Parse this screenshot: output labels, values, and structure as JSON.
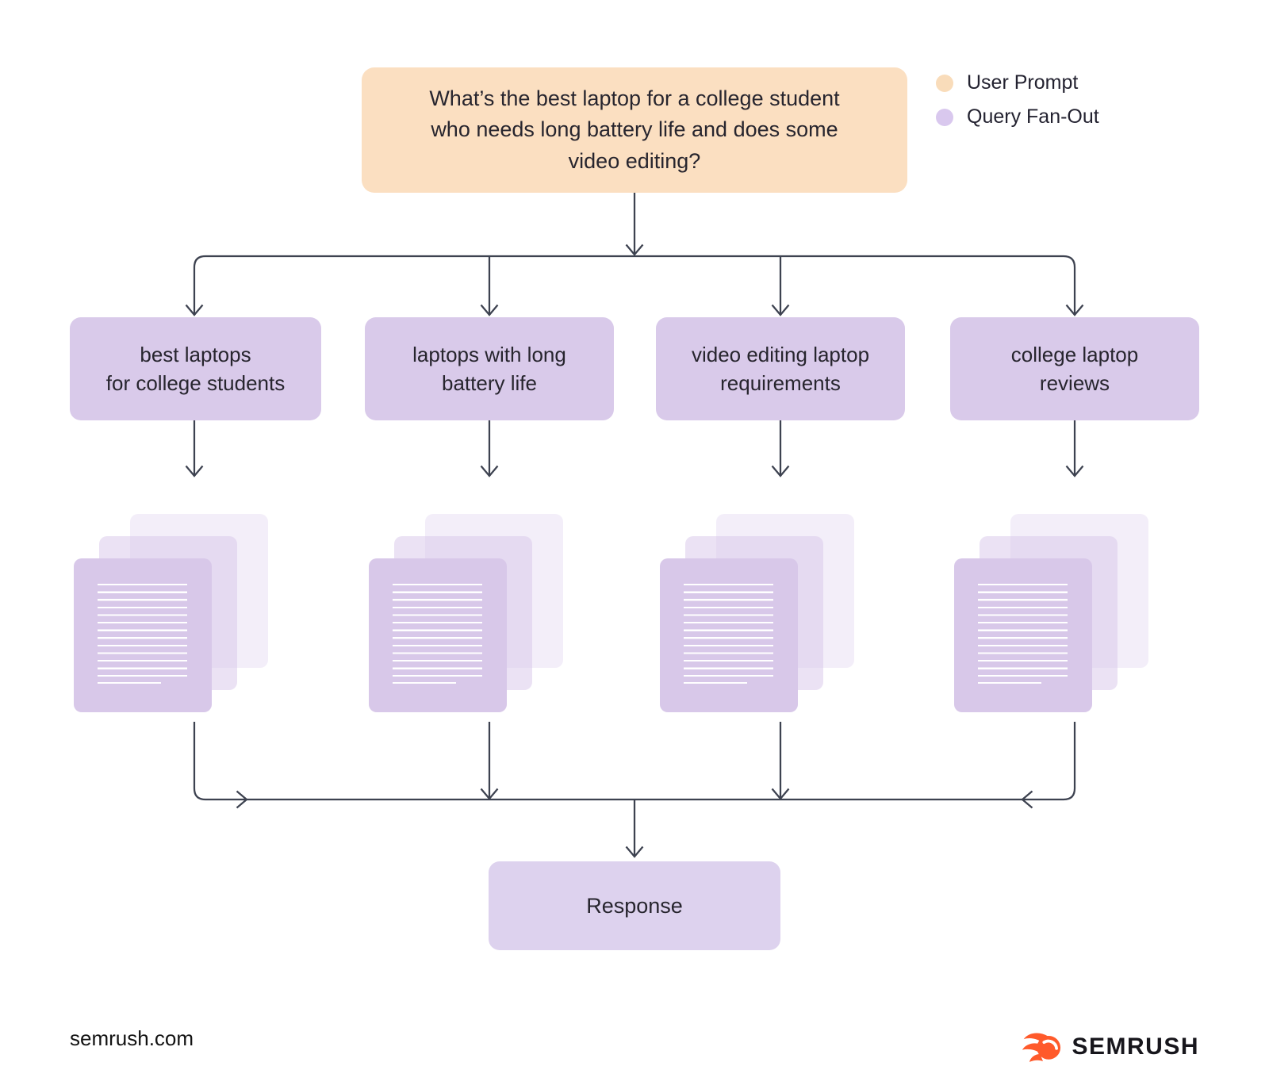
{
  "prompt_box": {
    "text": "What’s the best laptop for a college student\nwho needs long battery life and does some\nvideo editing?"
  },
  "legend": {
    "user_prompt": {
      "label": "User Prompt",
      "color": "#F9DCBA"
    },
    "query_fanout": {
      "label": "Query Fan-Out",
      "color": "#D9C8EE"
    }
  },
  "queries": {
    "q1": {
      "label": "best laptops\nfor college students"
    },
    "q2": {
      "label": "laptops with long\nbattery life"
    },
    "q3": {
      "label": "video editing laptop\nrequirements"
    },
    "q4": {
      "label": "college laptop\nreviews"
    }
  },
  "response_box": {
    "label": "Response"
  },
  "footer": {
    "website": "semrush.com",
    "brand": "SEMRUSH",
    "logo_icon": "semrush-comet-icon"
  },
  "colors": {
    "user_prompt_fill": "#FBDFC1",
    "query_fill": "#D9CAEA",
    "document_fill": "#D8C8E9",
    "response_fill": "#DDD2EE",
    "connector": "#3D4250",
    "brand_orange": "#FF5A2B"
  }
}
